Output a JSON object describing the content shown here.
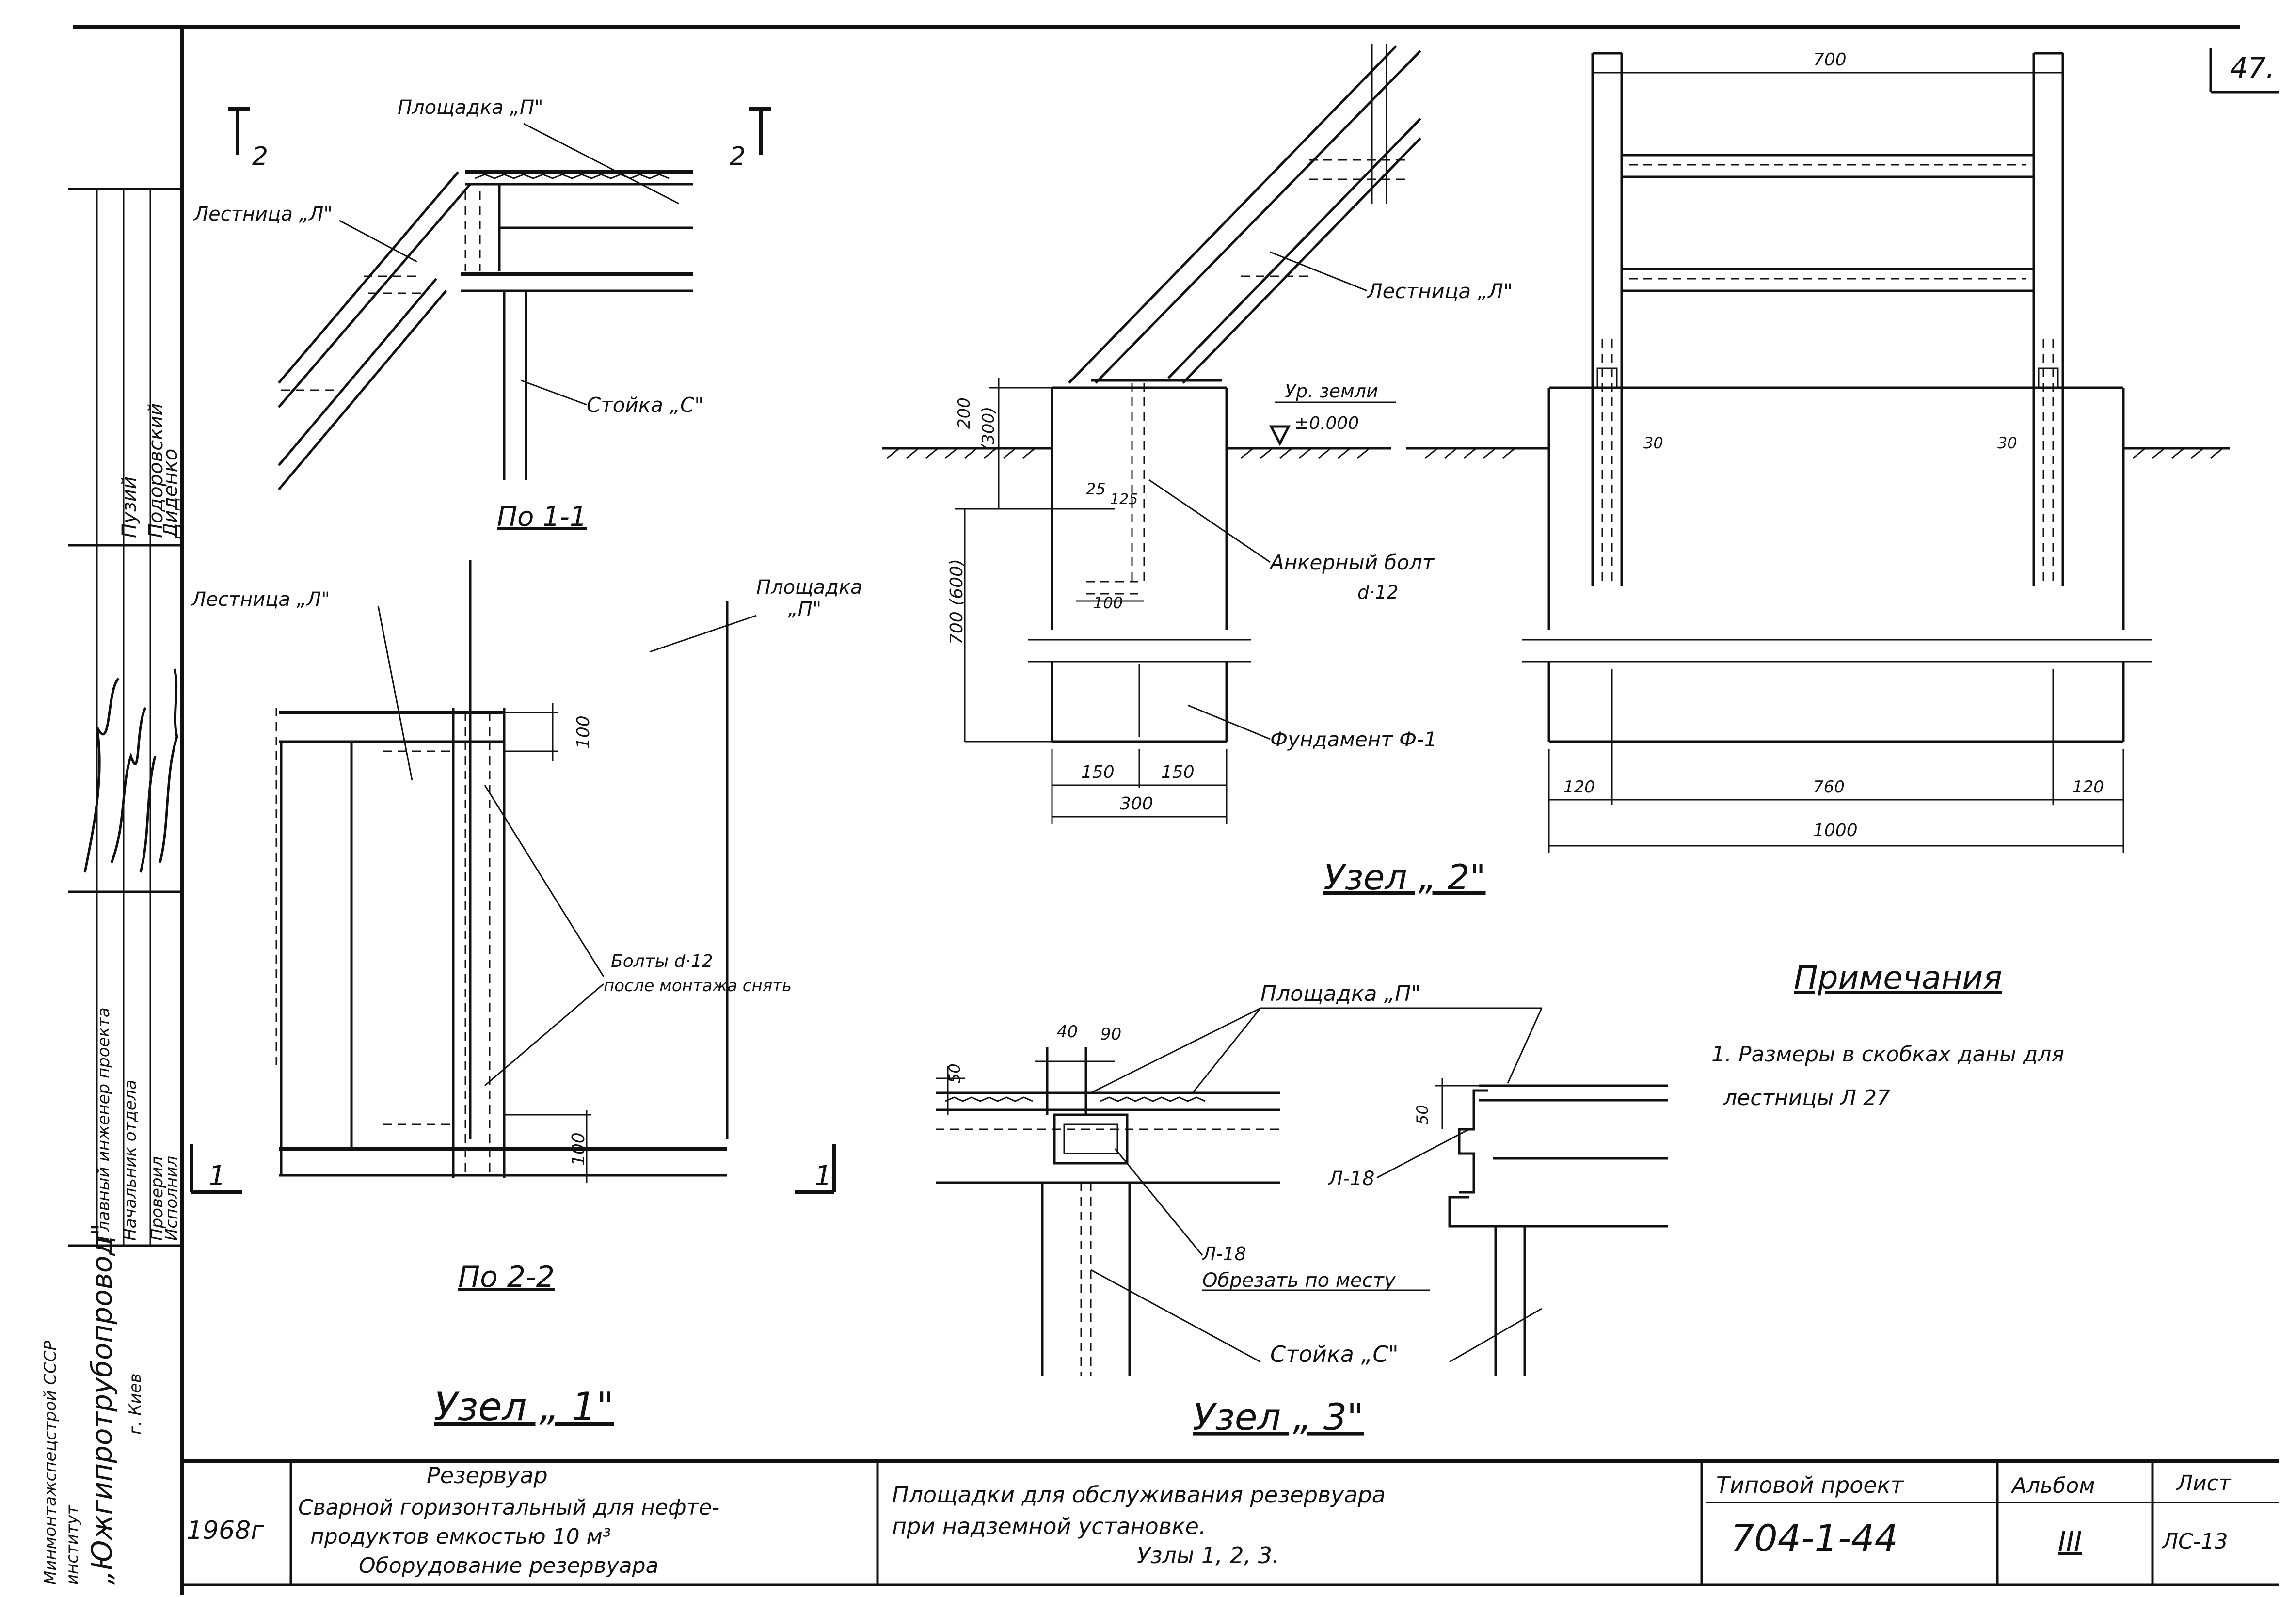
{
  "sheet_number": "47.",
  "node1": {
    "title": "Узел „ 1\"",
    "section_1_1": "По 1-1",
    "section_2_2": "По 2-2",
    "platform_label": "Площадка „П\"",
    "platform_label_a": "Площадка",
    "platform_label_b": "„П\"",
    "ladder_label": "Лестница „Л\"",
    "post_label": "Стойка „С\"",
    "bolts_label": "Болты d·12",
    "bolts_note": "после монтажа снять",
    "dim_100_top": "100",
    "dim_100_bottom": "100",
    "cut_2_left": "2",
    "cut_2_right": "2",
    "cut_1_left": "1",
    "cut_1_right": "1"
  },
  "node2": {
    "title": "Узел „ 2\"",
    "ladder_label": "Лестница „Л\"",
    "ground_level_label": "Ур. земли",
    "ground_level_value": "±0.000",
    "anchor_bolt_label": "Анкерный болт",
    "anchor_bolt_size": "d·12",
    "foundation_label": "Фундамент Ф-1",
    "dim_200": "200",
    "dim_300_paren": "(300)",
    "dim_700_600": "700 (600)",
    "dim_25": "25",
    "dim_125": "125",
    "dim_100": "100",
    "dim_150_left": "150",
    "dim_150_right": "150",
    "dim_300": "300",
    "dim_700_top": "700",
    "dim_30_left": "30",
    "dim_30_right": "30",
    "dim_120_left": "120",
    "dim_760": "760",
    "dim_120_right": "120",
    "dim_1000": "1000"
  },
  "node3": {
    "title": "Узел „ 3\"",
    "platform_label": "Площадка „П\"",
    "dim_40": "40",
    "dim_90": "90",
    "dim_50_left": "50",
    "dim_50_right": "50",
    "part_l18_left": "Л-18",
    "part_l18": "Л-18",
    "cut_to_fit": "Обрезать по месту",
    "post_label": "Стойка „С\""
  },
  "notes": {
    "heading": "Примечания",
    "line1": "1. Размеры в скобках даны для",
    "line2": "лестницы Л 27"
  },
  "left_margin": {
    "org_line1": "Минмонтажспецстрой СССР",
    "org_line2": "институт",
    "org_name": "„Южгипротрубопровод\"",
    "org_city": "г. Киев",
    "role1": "Главный инженер проекта",
    "role2": "Начальник отдела",
    "role3": "Проверил",
    "role4": "Исполнил",
    "name1": "Пузий",
    "name2": "Подоровский",
    "name3": "Диденко"
  },
  "title_block": {
    "year": "1968г",
    "object_line1": "Резервуар",
    "object_line2": "Сварной горизонтальный для нефте-",
    "object_line3": "продуктов емкостью 10 м³",
    "object_line4": "Оборудование резервуара",
    "drawing_line1": "Площадки для обслуживания резервуара",
    "drawing_line2": "при надземной установке.",
    "drawing_line3": "Узлы 1, 2, 3.",
    "project_label": "Типовой проект",
    "project_number": "704-1-44",
    "album_label": "Альбом",
    "album_value": "III",
    "sheet_label": "Лист",
    "sheet_value": "ЛС-13"
  }
}
